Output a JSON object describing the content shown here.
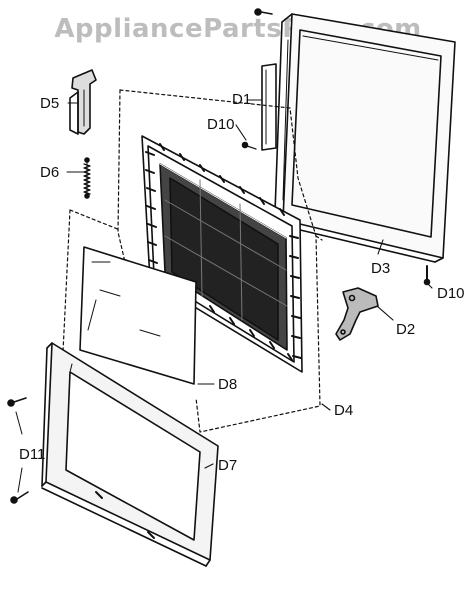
{
  "watermark": "AppliancePartsPros.com",
  "labels": {
    "d1": "D1",
    "d2": "D2",
    "d3": "D3",
    "d4": "D4",
    "d5": "D5",
    "d6": "D6",
    "d7": "D7",
    "d8": "D8",
    "d10_top": "D10",
    "d10_right": "D10",
    "d11": "D11"
  }
}
